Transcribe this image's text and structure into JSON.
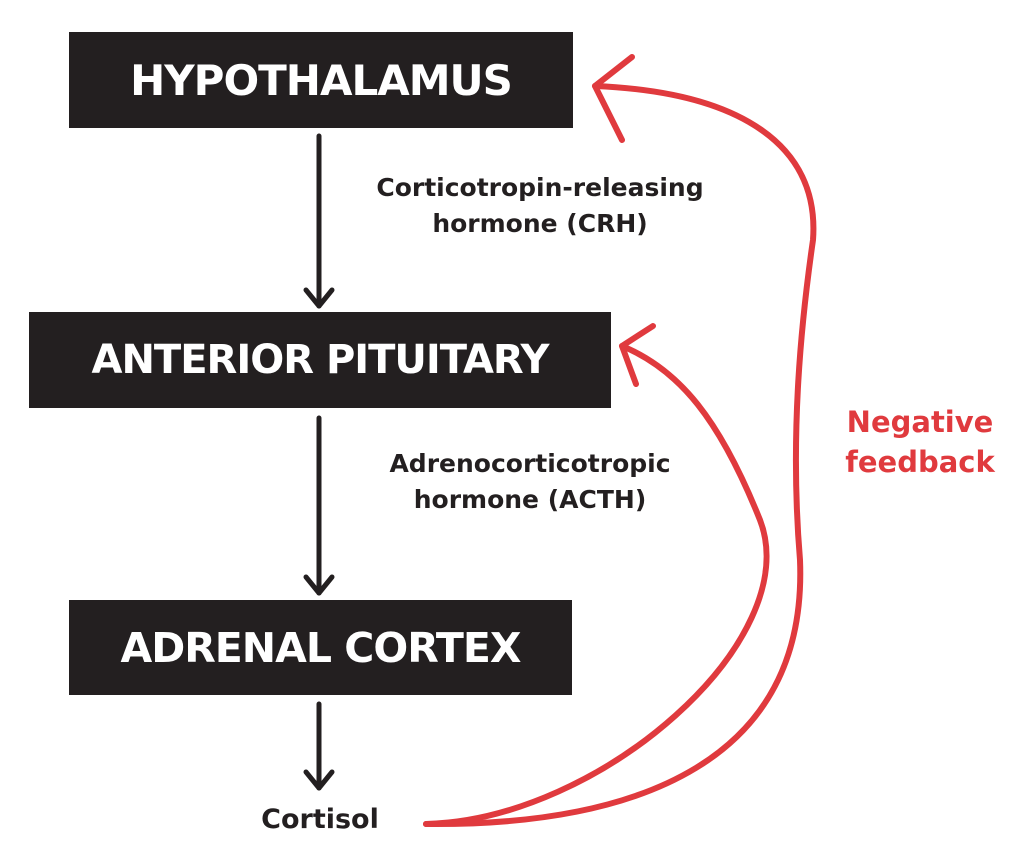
{
  "nodes": {
    "hypothalamus": "HYPOTHALAMUS",
    "anterior_pituitary": "ANTERIOR PITUITARY",
    "adrenal_cortex": "ADRENAL CORTEX"
  },
  "hormones": {
    "crh_line1": "Corticotropin-releasing",
    "crh_line2": "hormone (CRH)",
    "acth_line1": "Adrenocorticotropic",
    "acth_line2": "hormone (ACTH)",
    "cortisol": "Cortisol"
  },
  "feedback": {
    "line1": "Negative",
    "line2": "feedback"
  },
  "colors": {
    "node_fill": "#231f20",
    "node_text": "#ffffff",
    "arrow": "#231f20",
    "feedback": "#e03a3e"
  }
}
